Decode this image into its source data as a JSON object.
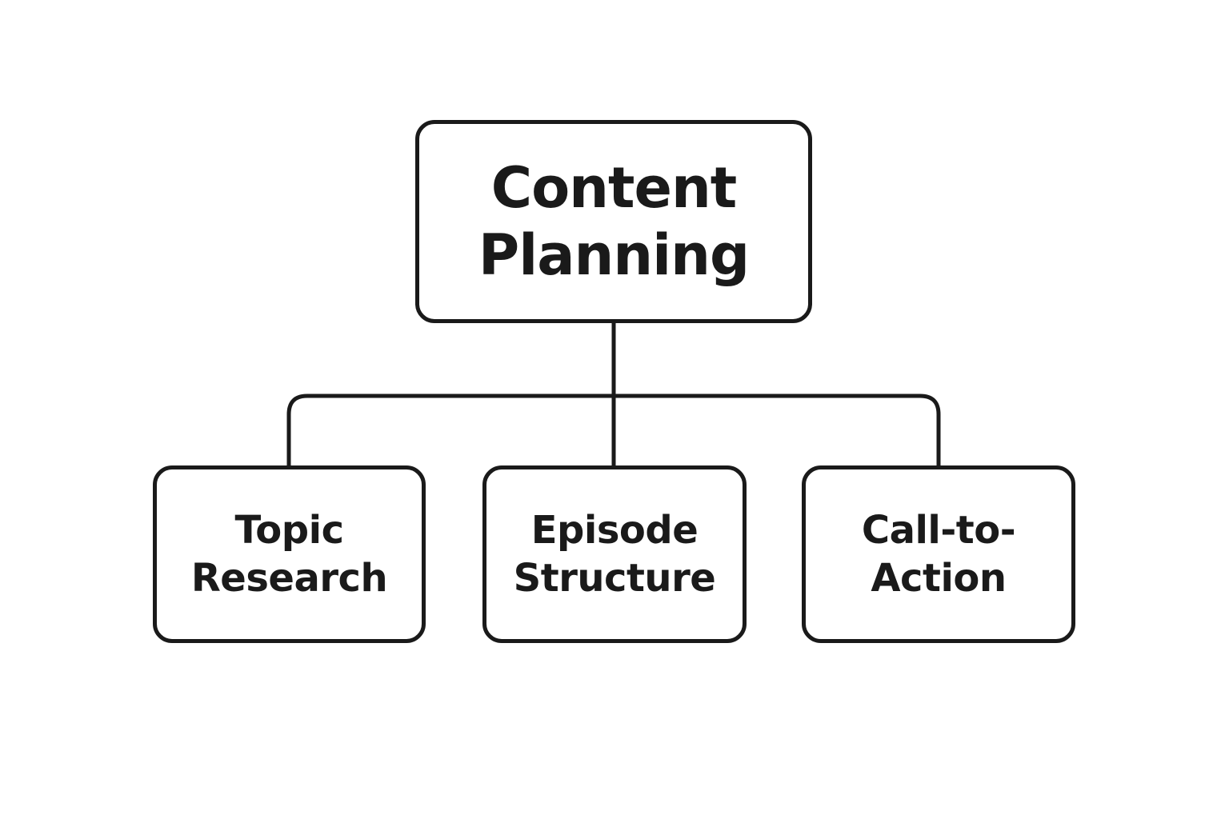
{
  "diagram": {
    "root": {
      "line1": "Content",
      "line2": "Planning"
    },
    "children": [
      {
        "line1": "Topic",
        "line2": "Research"
      },
      {
        "line1": "Episode",
        "line2": "Structure"
      },
      {
        "line1": "Call-to-",
        "line2": "Action"
      }
    ]
  },
  "colors": {
    "stroke": "#1a1a1a",
    "background": "#ffffff"
  }
}
